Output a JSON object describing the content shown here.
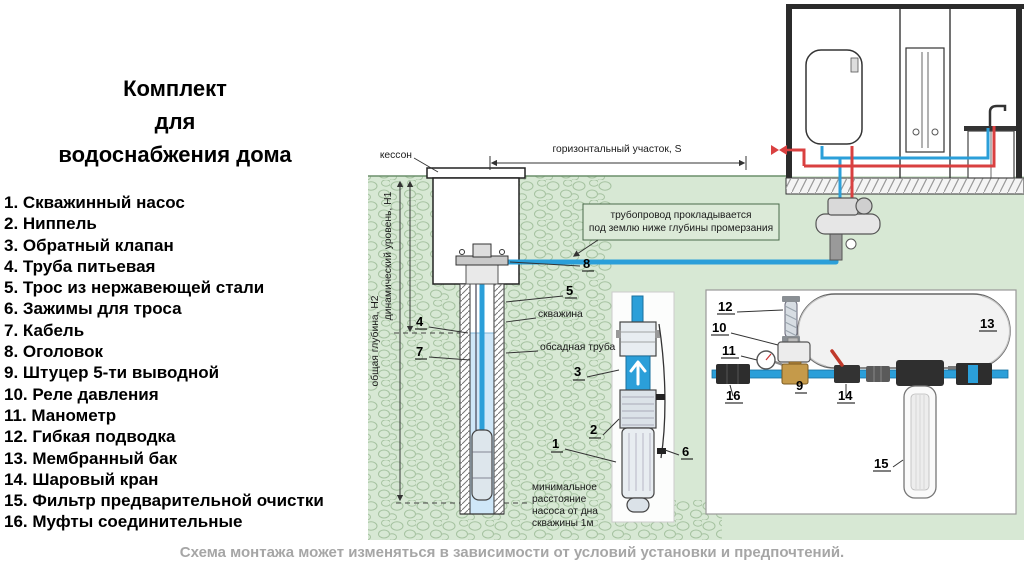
{
  "title": "Комплект\nдля\nводоснабжения дома",
  "parts": [
    "1. Скважинный насос",
    "2. Ниппель",
    "3. Обратный клапан",
    "4. Труба питьевая",
    "5. Трос из нержавеющей стали",
    "6. Зажимы для троса",
    "7. Кабель",
    "8. Оголовок",
    "9. Штуцер 5-ти выводной",
    "10. Реле давления",
    "11. Манометр",
    "12. Гибкая подводка",
    "13. Мембранный бак",
    "14. Шаровый кран",
    "15. Фильтр предварительной очистки",
    "16. Муфты соединительные"
  ],
  "diagram": {
    "labels": {
      "caisson": "кессон",
      "horizontal_section": "горизонтальный участок, S",
      "pipeline_note_1": "трубопровод прокладывается",
      "pipeline_note_2": "под землю ниже глубины промерзания",
      "total_depth": "общая глубина, Н2",
      "dynamic_level": "динамический уровень, Н1",
      "borehole": "скважина",
      "casing": "обсадная труба",
      "min_dist_1": "минимальное",
      "min_dist_2": "расстояние",
      "min_dist_3": "насоса от дна",
      "min_dist_4": "скважины 1м"
    },
    "callouts": {
      "c1": "1",
      "c2": "2",
      "c3": "3",
      "c4": "4",
      "c5": "5",
      "c6": "6",
      "c7": "7",
      "c8": "8",
      "c9": "9",
      "c10": "10",
      "c11": "11",
      "c12": "12",
      "c13": "13",
      "c14": "14",
      "c15": "15",
      "c16": "16"
    }
  },
  "footer": "Схема монтажа может изменяться в зависимости от условий установки и предпочтений.",
  "colors": {
    "ground": "#d7e8d4",
    "cold_pipe": "#2b9fd9",
    "hot_pipe": "#d94040",
    "footer_text": "#a6a6a6"
  }
}
